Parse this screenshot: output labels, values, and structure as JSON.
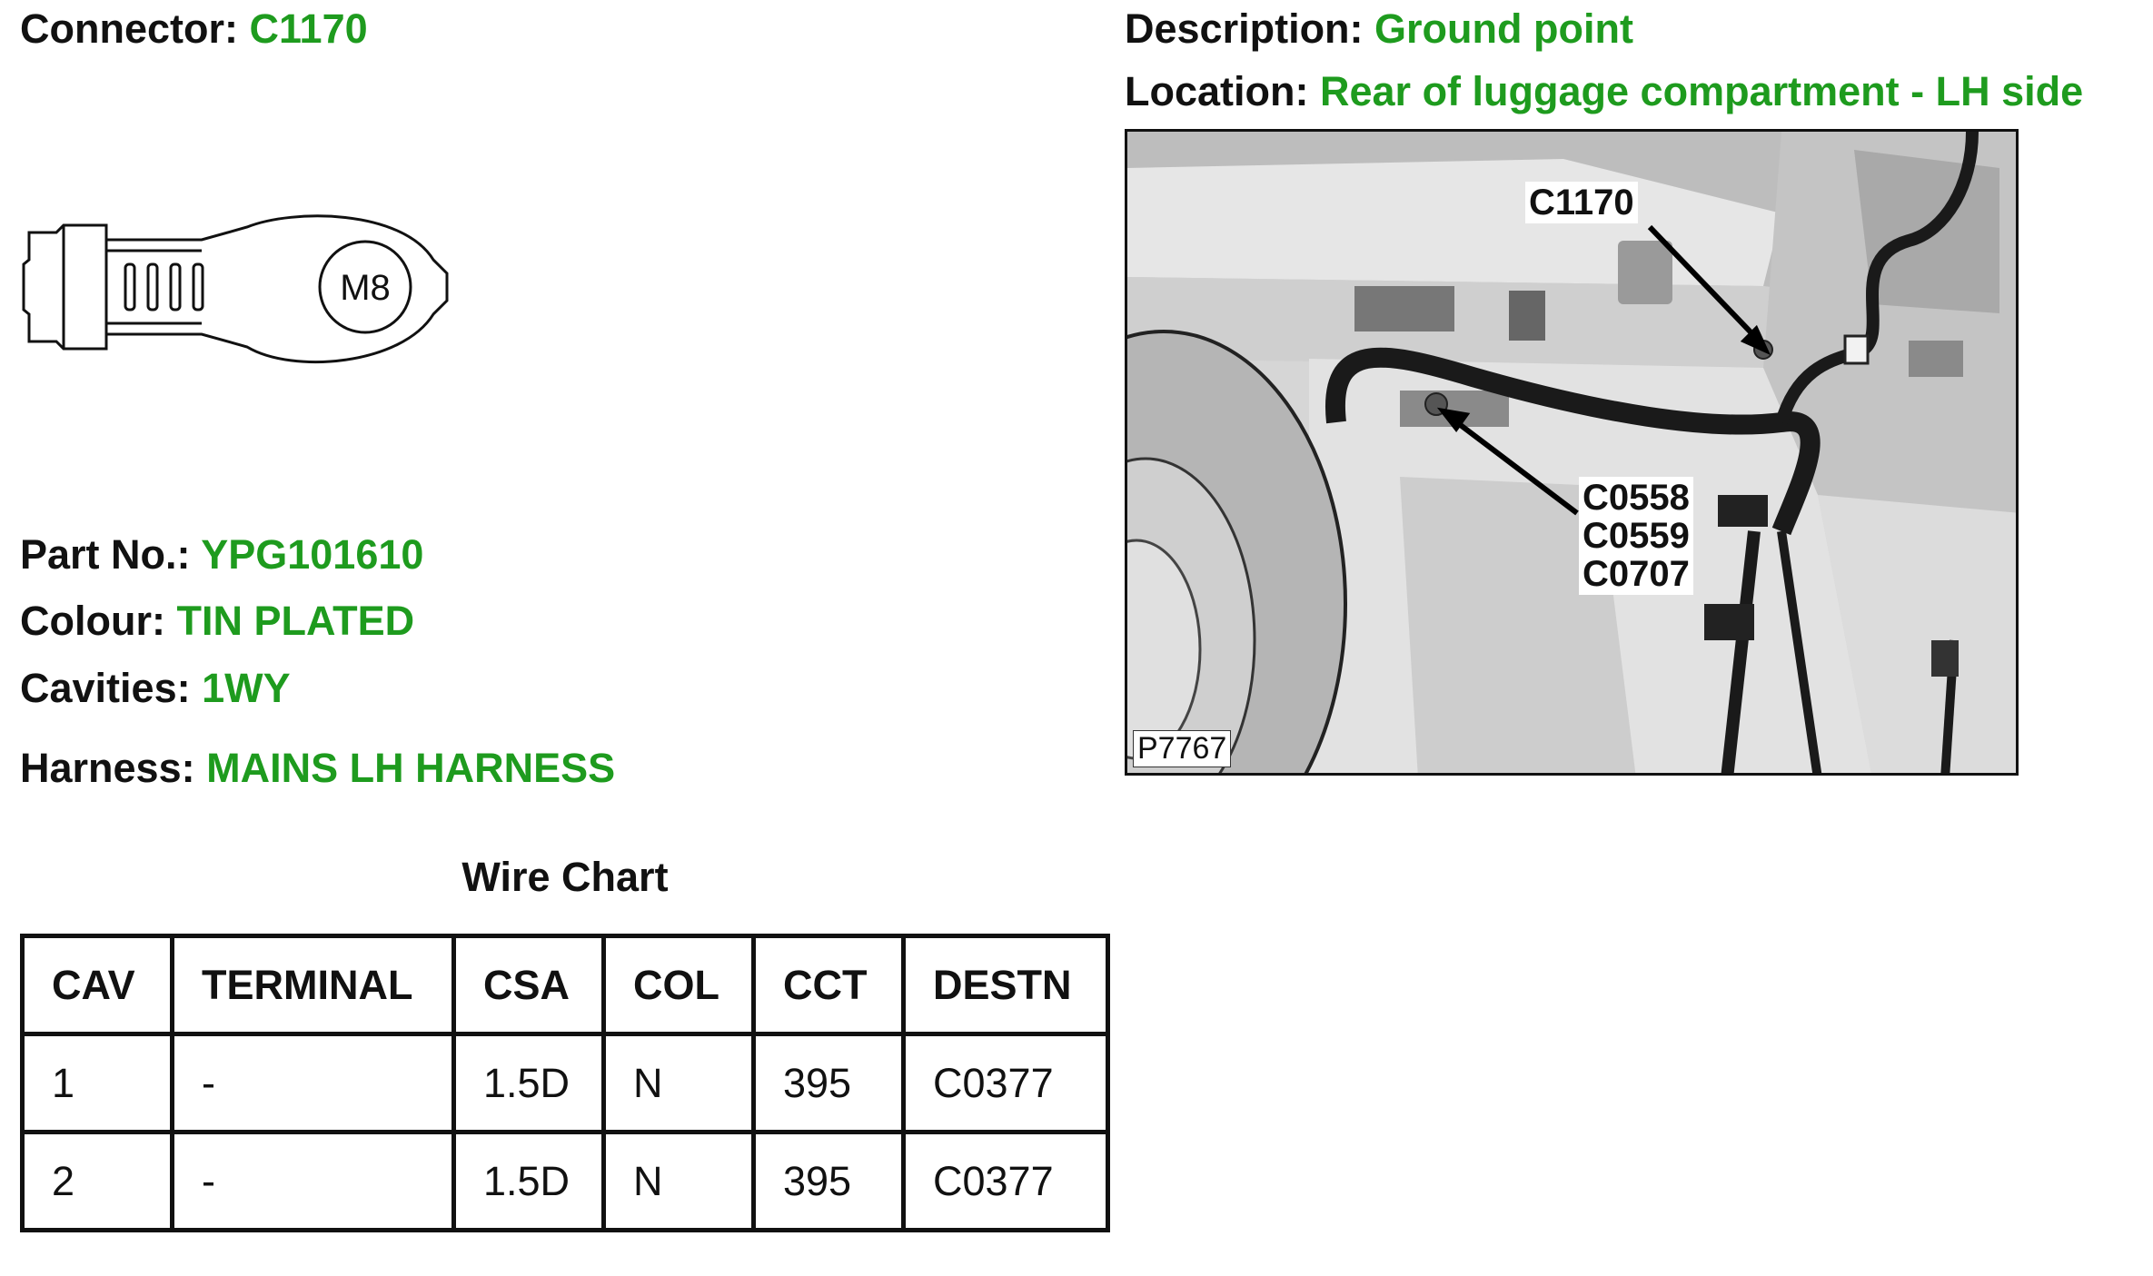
{
  "connector": {
    "label": "Connector:",
    "value": "C1170"
  },
  "description": {
    "label": "Description:",
    "value": "Ground point"
  },
  "location": {
    "label": "Location:",
    "value": "Rear of luggage compartment - LH side"
  },
  "part_no": {
    "label": "Part No.:",
    "value": "YPG101610"
  },
  "colour": {
    "label": "Colour:",
    "value": "TIN PLATED"
  },
  "cavities": {
    "label": "Cavities:",
    "value": "1WY"
  },
  "harness": {
    "label": "Harness:",
    "value": "MAINS LH HARNESS"
  },
  "connector_drawing": {
    "stud_label": "M8"
  },
  "wire_chart": {
    "title": "Wire Chart",
    "headers": [
      "CAV",
      "TERMINAL",
      "CSA",
      "COL",
      "CCT",
      "DESTN"
    ],
    "rows": [
      [
        "1",
        "-",
        "1.5D",
        "N",
        "395",
        "C0377"
      ],
      [
        "2",
        "-",
        "1.5D",
        "N",
        "395",
        "C0377"
      ]
    ]
  },
  "photo": {
    "callout_main": "C1170",
    "callout_group": [
      "C0558",
      "C0559",
      "C0707"
    ],
    "reference": "P7767"
  }
}
